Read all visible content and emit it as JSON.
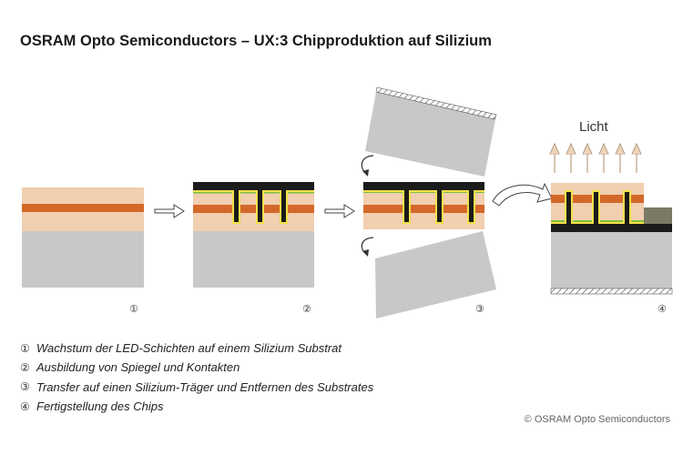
{
  "title": "OSRAM Opto Semiconductors – UX:3 Chipproduktion auf Silizium",
  "light_label": "Licht",
  "steps": [
    {
      "num": "①",
      "text": "Wachstum der LED-Schichten auf einem Silizium Substrat"
    },
    {
      "num": "②",
      "text": "Ausbildung von Spiegel und Kontakten"
    },
    {
      "num": "③",
      "text": "Transfer auf einen Silizium-Träger und Entfernen des Substrates"
    },
    {
      "num": "④",
      "text": "Fertigstellung des Chips"
    }
  ],
  "copyright": "© OSRAM Opto Semiconductors",
  "colors": {
    "led_layer": "#f1cfb0",
    "active_layer": "#d4682a",
    "silicon": "#c8c8c8",
    "metal": "#1b1b1b",
    "mirror_yellow": "#f2e14a",
    "mirror_green": "#7fbf3c",
    "contact_pad": "#7a7a65"
  }
}
